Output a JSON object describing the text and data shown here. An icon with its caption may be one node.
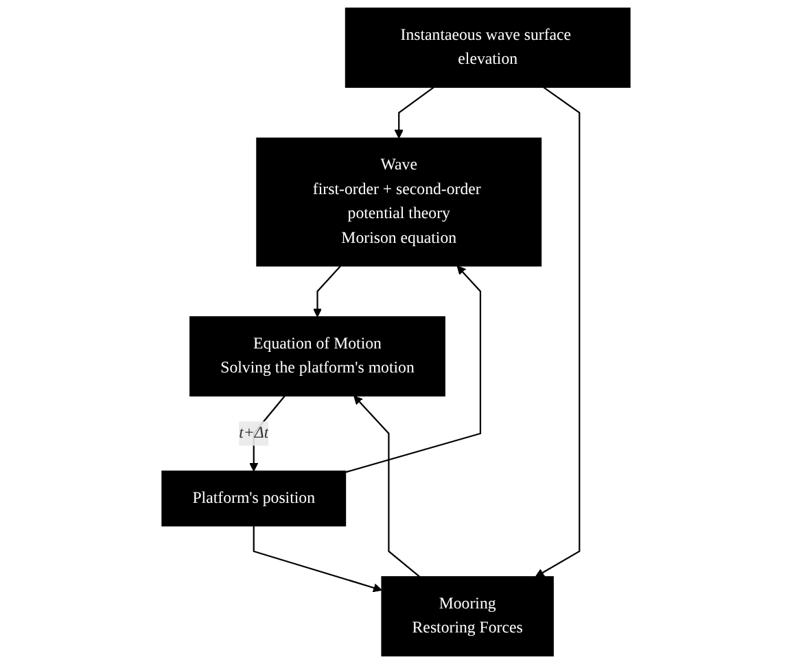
{
  "diagram": {
    "nodes": [
      {
        "text": [
          "Platform's position"
        ]
      },
      {
        "text": [
          "Instantaeous wave surface elevation"
        ]
      },
      {
        "text": [
          "Wave",
          "first-order + second-order potential theory",
          "Morison equation"
        ]
      },
      {
        "text": [
          "Mooring",
          "Restoring Forces"
        ]
      },
      {
        "text": [
          "Equation of Motion",
          "Solving the platform's motion"
        ]
      }
    ],
    "edges": [
      {
        "from": 0,
        "to": 2,
        "arrow": "to"
      },
      {
        "from": 0,
        "to": 3,
        "arrow": "to"
      },
      {
        "from": 1,
        "to": 2,
        "arrow": "to"
      },
      {
        "from": 1,
        "to": 3,
        "arrow": "to"
      },
      {
        "from": 2,
        "to": 4,
        "arrow": "to"
      },
      {
        "from": 3,
        "to": 4,
        "arrow": "to"
      },
      {
        "from": 4,
        "to": 0,
        "arrow": "to",
        "label": "t+Δt"
      }
    ]
  }
}
